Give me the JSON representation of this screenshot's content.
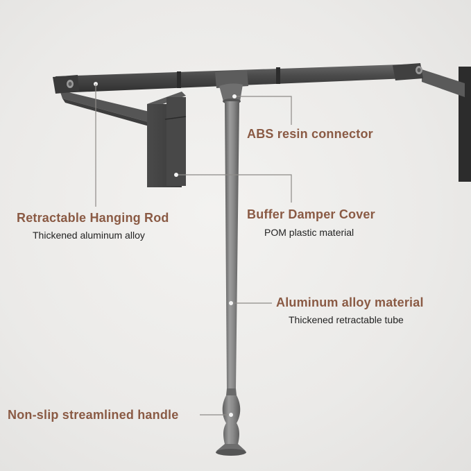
{
  "callouts": {
    "connector": {
      "title": "ABS resin connector"
    },
    "damper": {
      "title": "Buffer Damper Cover",
      "subtitle": "POM plastic material"
    },
    "rod": {
      "title": "Retractable Hanging Rod",
      "subtitle": "Thickened aluminum alloy"
    },
    "alloy": {
      "title": "Aluminum alloy material",
      "subtitle": "Thickened retractable tube"
    },
    "handle": {
      "title": "Non-slip streamlined handle"
    }
  },
  "colors": {
    "title": "#8a5a44",
    "subtitle": "#222222",
    "leader": "#8d8a87",
    "metal": "#4a4a4a",
    "pole": "#7d7d7d",
    "background": "#ecebe9"
  }
}
